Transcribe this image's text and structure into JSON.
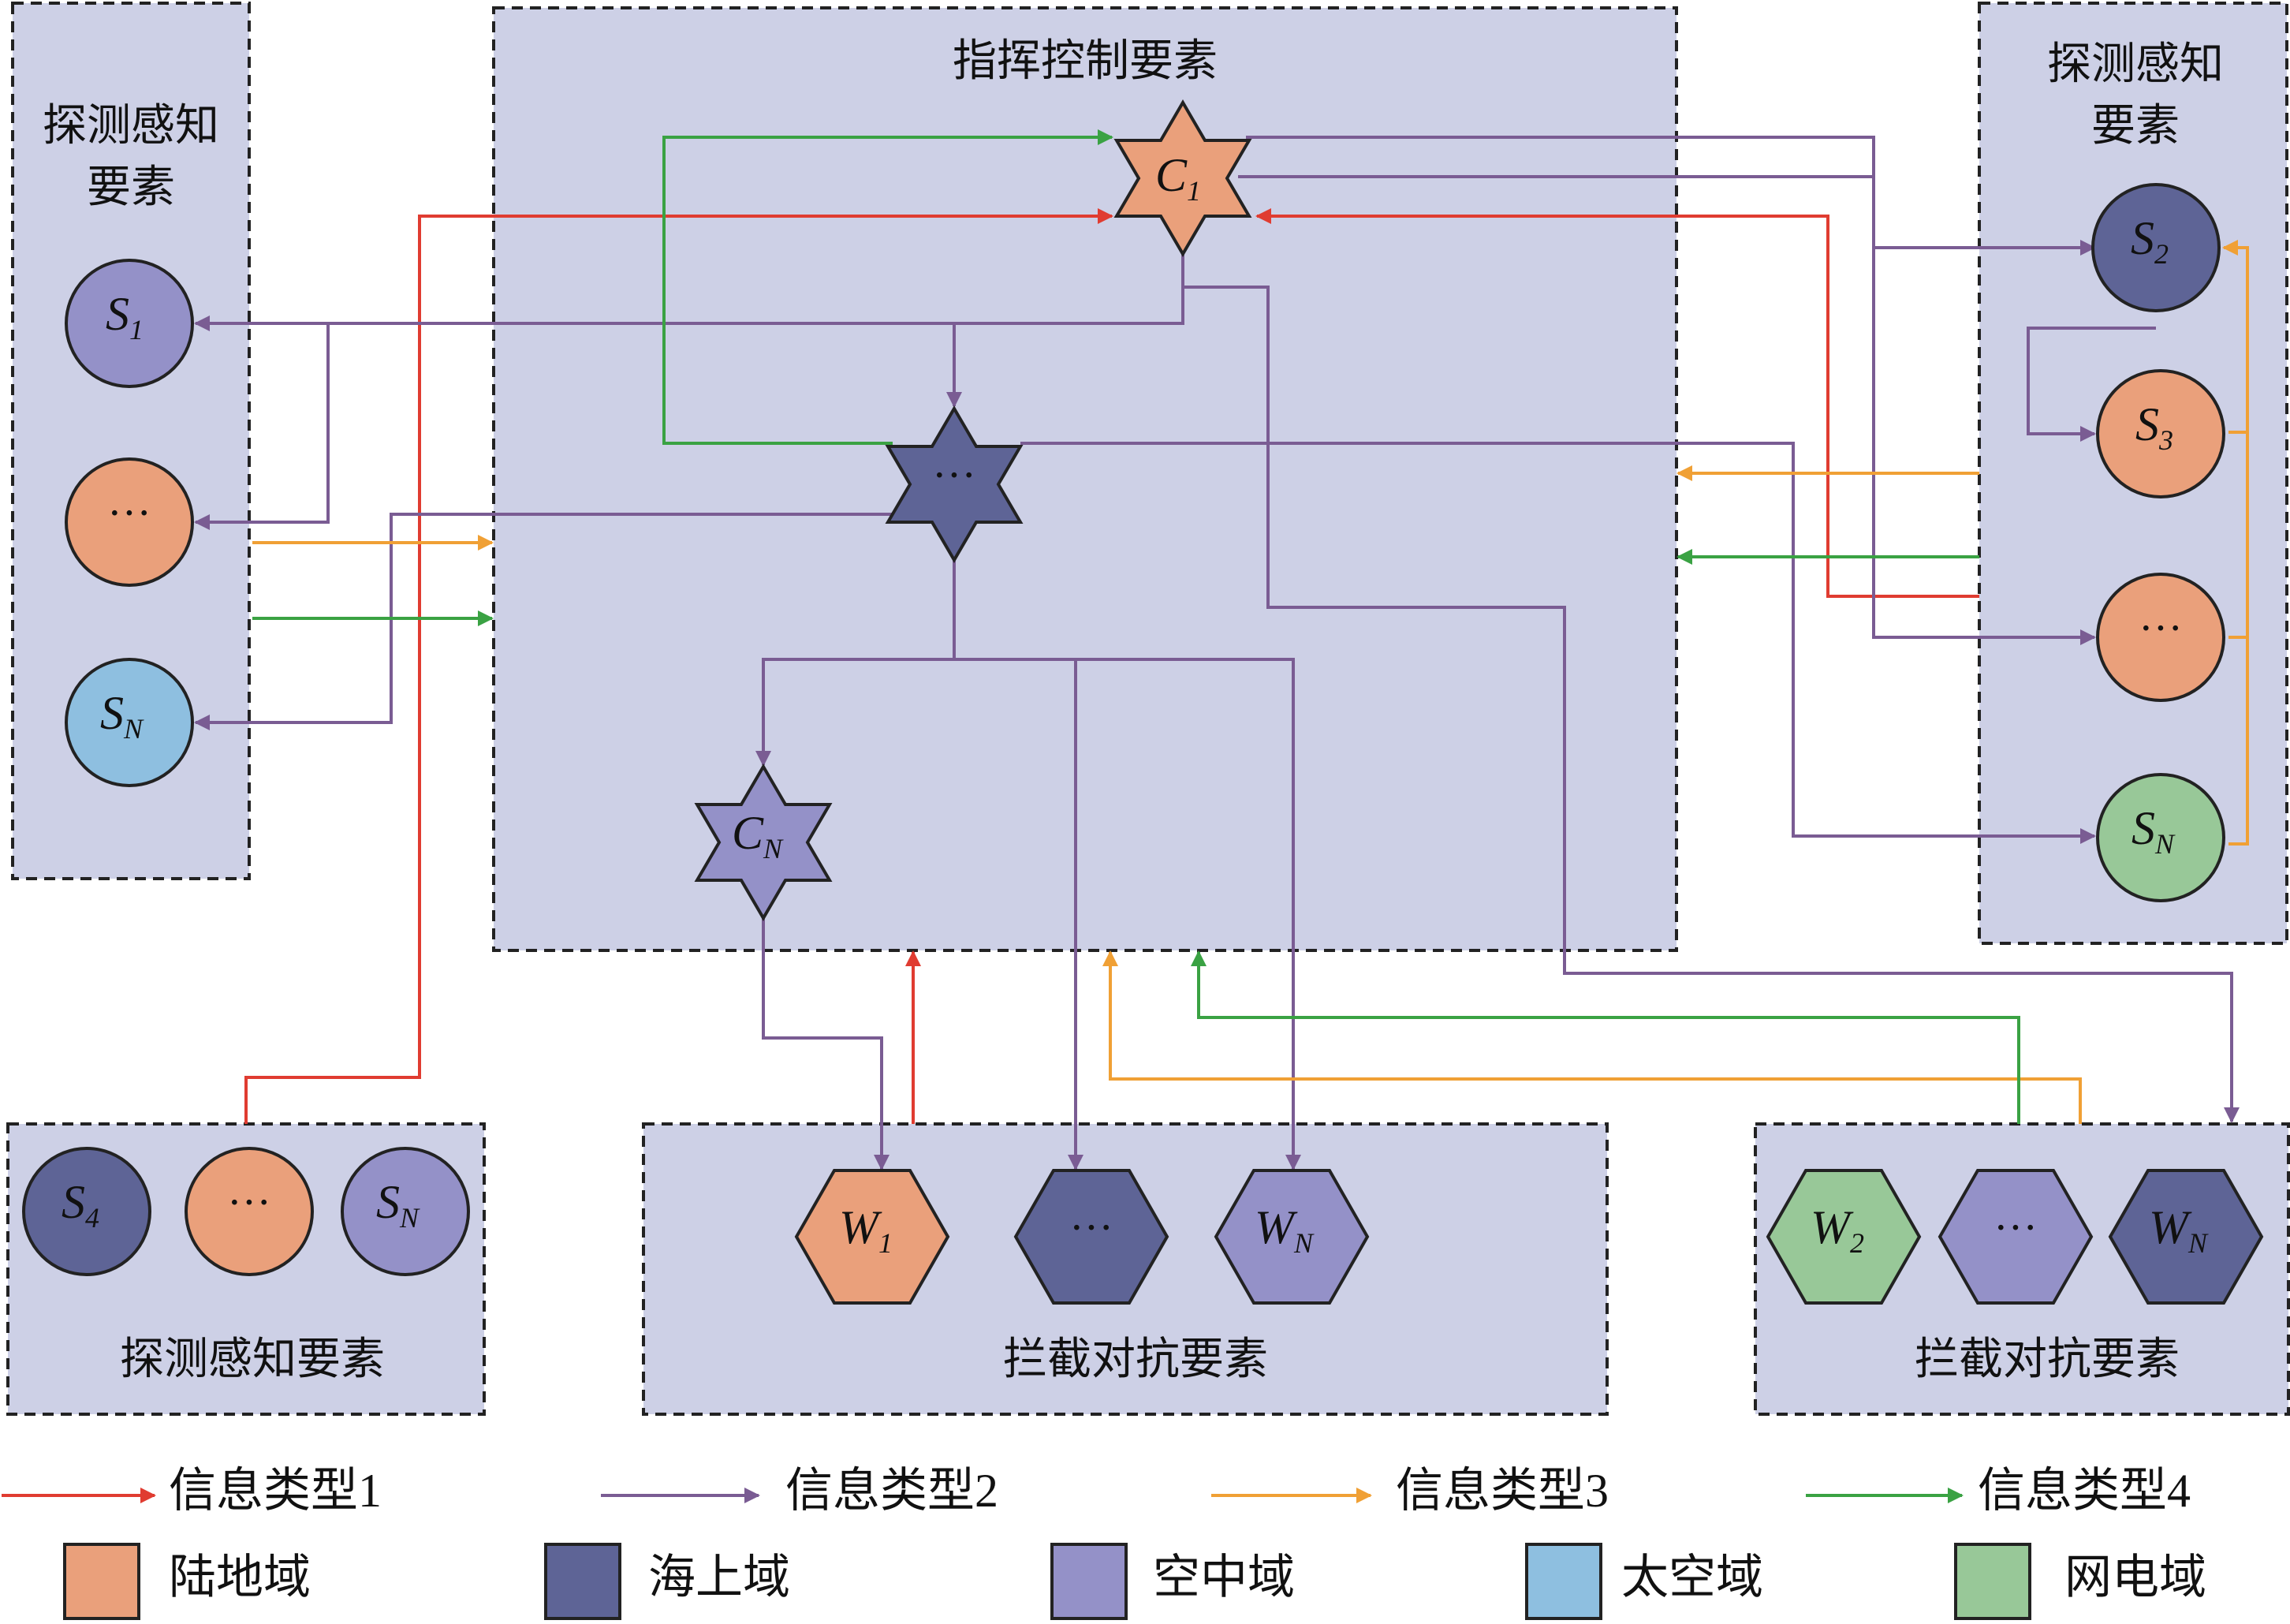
{
  "colors": {
    "type1": "#e03c31",
    "type2": "#7a5c93",
    "type3": "#f0a035",
    "type4": "#3aa243",
    "land": "#eaa07b",
    "sea": "#5e6496",
    "air": "#9491c8",
    "space": "#8ebfe0",
    "cyber": "#98c898",
    "box_fill": "#cdd0e6"
  },
  "groups": {
    "command": "指挥控制要素",
    "sense_left": [
      "探测感知",
      "要素"
    ],
    "sense_right": [
      "探测感知",
      "要素"
    ],
    "sense_bottom": "探测感知要素",
    "intercept_mid": "拦截对抗要素",
    "intercept_right": "拦截对抗要素"
  },
  "nodes": {
    "C1": {
      "base": "C",
      "sub": "1",
      "domain": "land"
    },
    "Cmid": {
      "text": "···",
      "domain": "sea"
    },
    "CN": {
      "base": "C",
      "sub": "N",
      "domain": "air"
    },
    "S1": {
      "base": "S",
      "sub": "1",
      "domain": "air"
    },
    "Sdots_left": {
      "text": "···",
      "domain": "land"
    },
    "SN_left": {
      "base": "S",
      "sub": "N",
      "domain": "space"
    },
    "S2": {
      "base": "S",
      "sub": "2",
      "domain": "sea"
    },
    "S3": {
      "base": "S",
      "sub": "3",
      "domain": "land"
    },
    "Sdots_right": {
      "text": "···",
      "domain": "land"
    },
    "SN_right": {
      "base": "S",
      "sub": "N",
      "domain": "cyber"
    },
    "S4": {
      "base": "S",
      "sub": "4",
      "domain": "sea"
    },
    "Sdots_bottom": {
      "text": "···",
      "domain": "land"
    },
    "SN_bottom": {
      "base": "S",
      "sub": "N",
      "domain": "air"
    },
    "W1": {
      "base": "W",
      "sub": "1",
      "domain": "land"
    },
    "Wdots_mid": {
      "text": "···",
      "domain": "sea"
    },
    "WN_mid": {
      "base": "W",
      "sub": "N",
      "domain": "air"
    },
    "W2": {
      "base": "W",
      "sub": "2",
      "domain": "cyber"
    },
    "Wdots_right": {
      "text": "···",
      "domain": "air"
    },
    "WN_right": {
      "base": "W",
      "sub": "N",
      "domain": "sea"
    }
  },
  "legend": {
    "info_types": [
      "信息类型1",
      "信息类型2",
      "信息类型3",
      "信息类型4"
    ],
    "domains": [
      "陆地域",
      "海上域",
      "空中域",
      "太空域",
      "网电域"
    ]
  }
}
